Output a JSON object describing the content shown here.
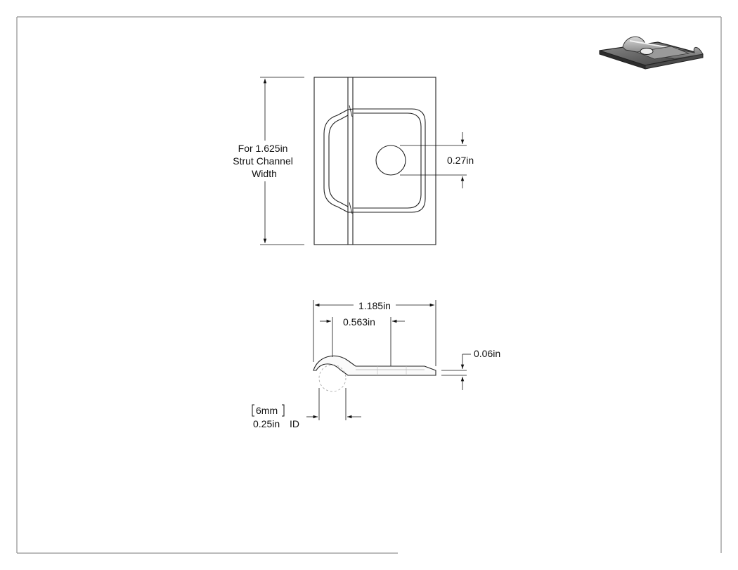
{
  "drawing": {
    "top_view": {
      "width_note": [
        "For 1.625in",
        "Strut Channel",
        "Width"
      ],
      "hole_diameter": "0.27in"
    },
    "side_view": {
      "overall_length": "1.185in",
      "hole_center_offset": "0.563in",
      "thickness": "0.06in",
      "curl_id_metric": "6mm",
      "curl_id_imperial": "0.25in",
      "curl_id_suffix": "ID"
    }
  }
}
